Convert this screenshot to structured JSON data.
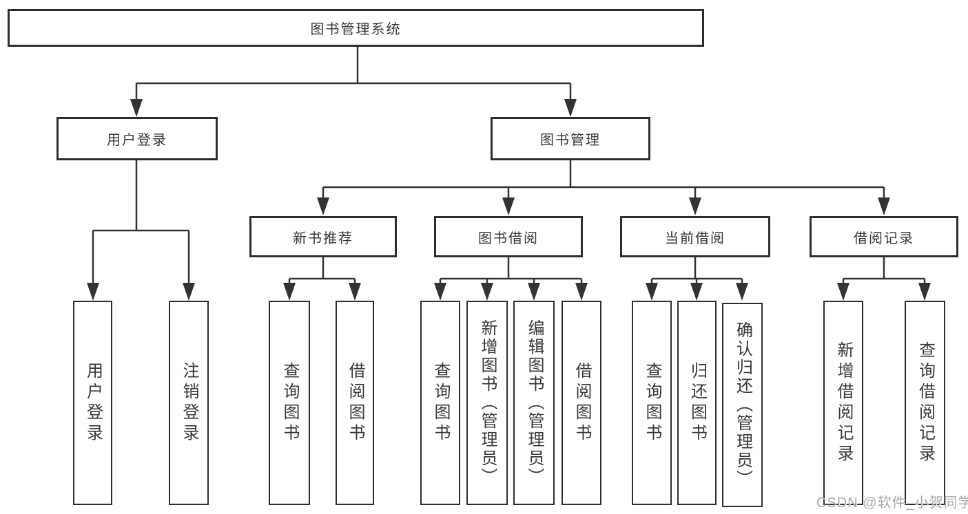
{
  "nodes": {
    "root": "图书管理系统",
    "user_login": "用户登录",
    "book_mgmt": "图书管理",
    "new_book_rec": "新书推荐",
    "book_borrow": "图书借阅",
    "current_borrow": "当前借阅",
    "borrow_record": "借阅记录",
    "leaf_user_login": "用户登录",
    "leaf_logout": "注销登录",
    "leaf_nb_query": "查询图书",
    "leaf_nb_borrow": "借阅图书",
    "leaf_bb_query": "查询图书",
    "leaf_bb_add": "新增图书（管理员）",
    "leaf_bb_edit": "编辑图书（管理员）",
    "leaf_bb_borrow": "借阅图书",
    "leaf_cb_query": "查询图书",
    "leaf_cb_return": "归还图书",
    "leaf_cb_confirm": "确认归还（管理员）",
    "leaf_br_add": "新增借阅记录",
    "leaf_br_query": "查询借阅记录"
  },
  "watermark": "CSDN @软件_小贺同学",
  "colors": {
    "line": "#333333",
    "box_border": "#2e2e2e",
    "text": "#383838",
    "background": "#ffffff",
    "watermark_text": "#a9a9a9"
  }
}
